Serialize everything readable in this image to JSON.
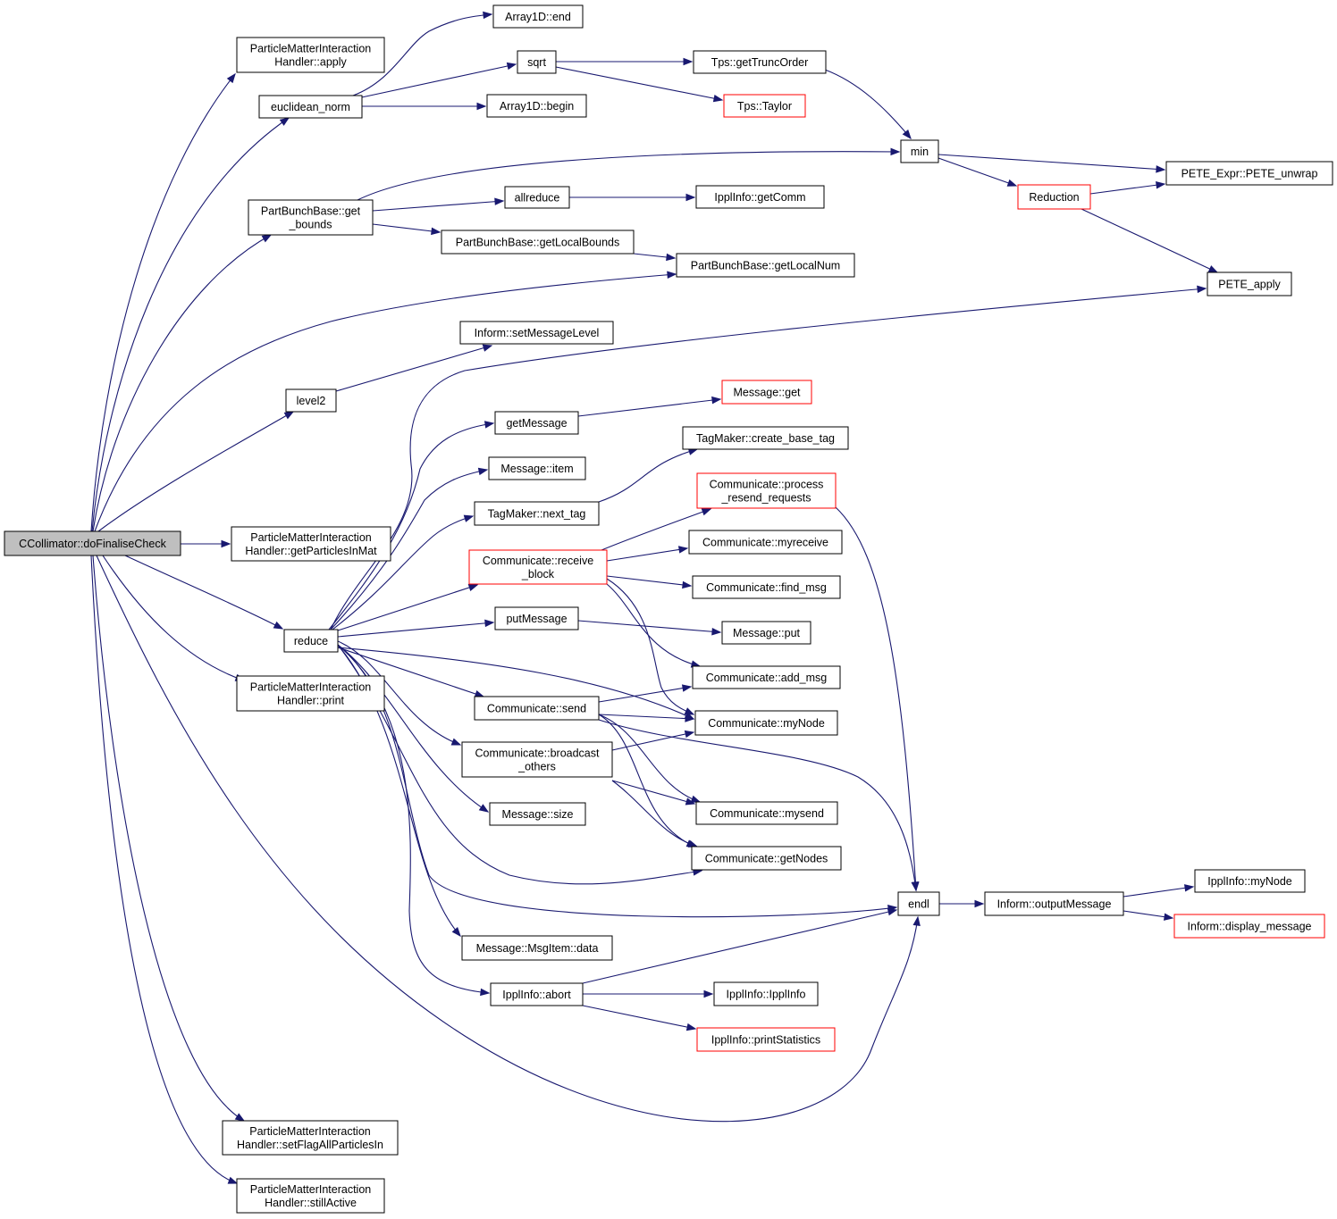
{
  "colors": {
    "edge": "#191970",
    "node_border": "#000000",
    "node_border_truncated": "#ff0000",
    "root_fill": "#bfbfbf",
    "node_fill": "#ffffff"
  },
  "nodes": [
    {
      "id": "root",
      "lines": [
        "CCollimator::doFinaliseCheck"
      ],
      "style": "root"
    },
    {
      "id": "pmi_apply",
      "lines": [
        "ParticleMatterInteraction",
        "Handler::apply"
      ]
    },
    {
      "id": "euclid",
      "lines": [
        "euclidean_norm"
      ]
    },
    {
      "id": "a1d_end",
      "lines": [
        "Array1D::end"
      ]
    },
    {
      "id": "sqrt",
      "lines": [
        "sqrt"
      ]
    },
    {
      "id": "a1d_begin",
      "lines": [
        "Array1D::begin"
      ]
    },
    {
      "id": "tps_trunc",
      "lines": [
        "Tps::getTruncOrder"
      ]
    },
    {
      "id": "tps_taylor",
      "lines": [
        "Tps::Taylor"
      ],
      "style": "truncated"
    },
    {
      "id": "min",
      "lines": [
        "min"
      ]
    },
    {
      "id": "get_bounds",
      "lines": [
        "PartBunchBase::get",
        "_bounds"
      ]
    },
    {
      "id": "allreduce",
      "lines": [
        "allreduce"
      ]
    },
    {
      "id": "getcomm",
      "lines": [
        "IpplInfo::getComm"
      ]
    },
    {
      "id": "reduction",
      "lines": [
        "Reduction"
      ],
      "style": "truncated"
    },
    {
      "id": "pete_unwrap",
      "lines": [
        "PETE_Expr::PETE_unwrap"
      ]
    },
    {
      "id": "localbounds",
      "lines": [
        "PartBunchBase::getLocalBounds"
      ]
    },
    {
      "id": "localnum",
      "lines": [
        "PartBunchBase::getLocalNum"
      ]
    },
    {
      "id": "pete_apply",
      "lines": [
        "PETE_apply"
      ]
    },
    {
      "id": "setmsglevel",
      "lines": [
        "Inform::setMessageLevel"
      ]
    },
    {
      "id": "level2",
      "lines": [
        "level2"
      ]
    },
    {
      "id": "msg_get",
      "lines": [
        "Message::get"
      ],
      "style": "truncated"
    },
    {
      "id": "getmessage",
      "lines": [
        "getMessage"
      ]
    },
    {
      "id": "create_base_tag",
      "lines": [
        "TagMaker::create_base_tag"
      ]
    },
    {
      "id": "msg_item",
      "lines": [
        "Message::item"
      ]
    },
    {
      "id": "process_resend",
      "lines": [
        "Communicate::process",
        "_resend_requests"
      ],
      "style": "truncated"
    },
    {
      "id": "next_tag",
      "lines": [
        "TagMaker::next_tag"
      ]
    },
    {
      "id": "myreceive",
      "lines": [
        "Communicate::myreceive"
      ]
    },
    {
      "id": "pmi_getparticles",
      "lines": [
        "ParticleMatterInteraction",
        "Handler::getParticlesInMat"
      ]
    },
    {
      "id": "receive_block",
      "lines": [
        "Communicate::receive",
        "_block"
      ],
      "style": "truncated"
    },
    {
      "id": "find_msg",
      "lines": [
        "Communicate::find_msg"
      ]
    },
    {
      "id": "putmessage",
      "lines": [
        "putMessage"
      ]
    },
    {
      "id": "msg_put",
      "lines": [
        "Message::put"
      ]
    },
    {
      "id": "reduce",
      "lines": [
        "reduce"
      ]
    },
    {
      "id": "add_msg",
      "lines": [
        "Communicate::add_msg"
      ]
    },
    {
      "id": "pmi_print",
      "lines": [
        "ParticleMatterInteraction",
        "Handler::print"
      ]
    },
    {
      "id": "comm_send",
      "lines": [
        "Communicate::send"
      ]
    },
    {
      "id": "mynode",
      "lines": [
        "Communicate::myNode"
      ]
    },
    {
      "id": "broadcast",
      "lines": [
        "Communicate::broadcast",
        "_others"
      ]
    },
    {
      "id": "msg_size",
      "lines": [
        "Message::size"
      ]
    },
    {
      "id": "mysend",
      "lines": [
        "Communicate::mysend"
      ]
    },
    {
      "id": "getnodes",
      "lines": [
        "Communicate::getNodes"
      ]
    },
    {
      "id": "endl",
      "lines": [
        "endl"
      ]
    },
    {
      "id": "outputmessage",
      "lines": [
        "Inform::outputMessage"
      ]
    },
    {
      "id": "ippl_mynode",
      "lines": [
        "IpplInfo::myNode"
      ]
    },
    {
      "id": "display_message",
      "lines": [
        "Inform::display_message"
      ],
      "style": "truncated"
    },
    {
      "id": "msgitem_data",
      "lines": [
        "Message::MsgItem::data"
      ]
    },
    {
      "id": "ippl_abort",
      "lines": [
        "IpplInfo::abort"
      ]
    },
    {
      "id": "ippl_ctor",
      "lines": [
        "IpplInfo::IpplInfo"
      ]
    },
    {
      "id": "printstats",
      "lines": [
        "IpplInfo::printStatistics"
      ],
      "style": "truncated"
    },
    {
      "id": "pmi_setflag",
      "lines": [
        "ParticleMatterInteraction",
        "Handler::setFlagAllParticlesIn"
      ]
    },
    {
      "id": "pmi_stillactive",
      "lines": [
        "ParticleMatterInteraction",
        "Handler::stillActive"
      ]
    }
  ],
  "edges": [
    [
      "root",
      "pmi_apply"
    ],
    [
      "root",
      "euclid"
    ],
    [
      "root",
      "get_bounds"
    ],
    [
      "root",
      "level2"
    ],
    [
      "root",
      "pmi_getparticles"
    ],
    [
      "root",
      "reduce"
    ],
    [
      "root",
      "pmi_print"
    ],
    [
      "root",
      "endl"
    ],
    [
      "root",
      "pmi_setflag"
    ],
    [
      "root",
      "pmi_stillactive"
    ],
    [
      "root",
      "localnum"
    ],
    [
      "euclid",
      "a1d_end"
    ],
    [
      "euclid",
      "sqrt"
    ],
    [
      "euclid",
      "a1d_begin"
    ],
    [
      "sqrt",
      "tps_trunc"
    ],
    [
      "sqrt",
      "tps_taylor"
    ],
    [
      "tps_trunc",
      "min"
    ],
    [
      "get_bounds",
      "min"
    ],
    [
      "get_bounds",
      "allreduce"
    ],
    [
      "get_bounds",
      "localbounds"
    ],
    [
      "allreduce",
      "getcomm"
    ],
    [
      "localbounds",
      "localnum"
    ],
    [
      "min",
      "pete_unwrap"
    ],
    [
      "min",
      "reduction"
    ],
    [
      "reduction",
      "pete_unwrap"
    ],
    [
      "reduction",
      "pete_apply"
    ],
    [
      "level2",
      "setmsglevel"
    ],
    [
      "reduce",
      "pete_apply"
    ],
    [
      "reduce",
      "getmessage"
    ],
    [
      "reduce",
      "msg_item"
    ],
    [
      "reduce",
      "next_tag"
    ],
    [
      "reduce",
      "receive_block"
    ],
    [
      "reduce",
      "putmessage"
    ],
    [
      "reduce",
      "mynode"
    ],
    [
      "reduce",
      "comm_send"
    ],
    [
      "reduce",
      "broadcast"
    ],
    [
      "reduce",
      "msg_size"
    ],
    [
      "reduce",
      "getnodes"
    ],
    [
      "reduce",
      "endl"
    ],
    [
      "reduce",
      "msgitem_data"
    ],
    [
      "reduce",
      "ippl_abort"
    ],
    [
      "getmessage",
      "msg_get"
    ],
    [
      "next_tag",
      "create_base_tag"
    ],
    [
      "receive_block",
      "process_resend"
    ],
    [
      "receive_block",
      "myreceive"
    ],
    [
      "receive_block",
      "find_msg"
    ],
    [
      "receive_block",
      "add_msg"
    ],
    [
      "receive_block",
      "mynode"
    ],
    [
      "putmessage",
      "msg_put"
    ],
    [
      "process_resend",
      "endl"
    ],
    [
      "comm_send",
      "add_msg"
    ],
    [
      "comm_send",
      "mynode"
    ],
    [
      "comm_send",
      "mysend"
    ],
    [
      "comm_send",
      "getnodes"
    ],
    [
      "comm_send",
      "endl"
    ],
    [
      "broadcast",
      "mynode"
    ],
    [
      "broadcast",
      "mysend"
    ],
    [
      "broadcast",
      "getnodes"
    ],
    [
      "endl",
      "outputmessage"
    ],
    [
      "outputmessage",
      "ippl_mynode"
    ],
    [
      "outputmessage",
      "display_message"
    ],
    [
      "ippl_abort",
      "endl"
    ],
    [
      "ippl_abort",
      "ippl_ctor"
    ],
    [
      "ippl_abort",
      "printstats"
    ]
  ]
}
